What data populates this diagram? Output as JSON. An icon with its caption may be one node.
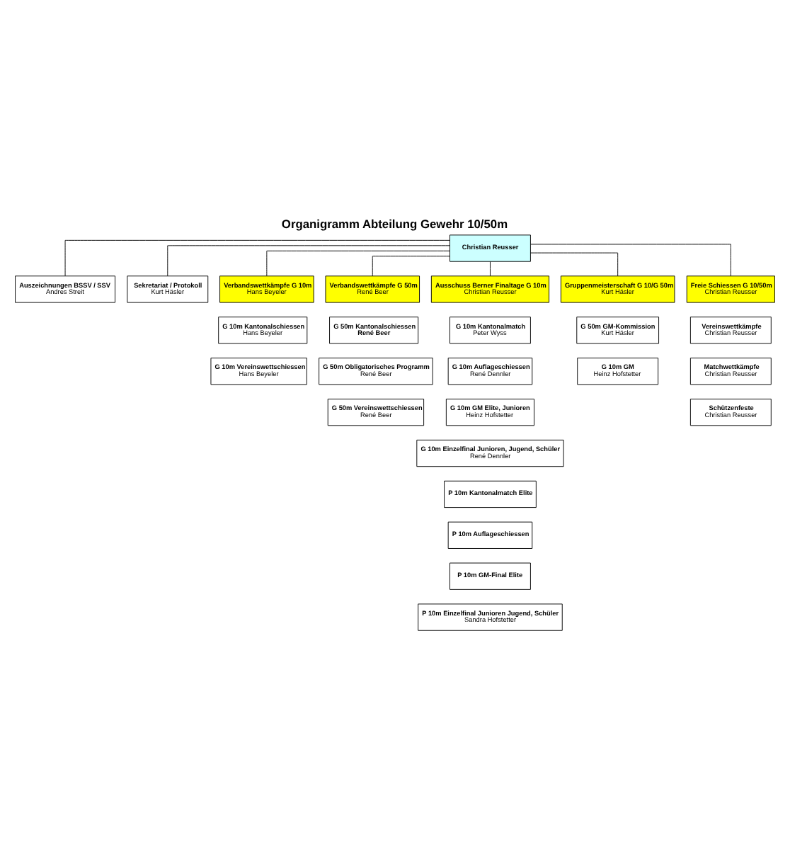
{
  "diagram": {
    "title": "Organigramm Abteilung Gewehr 10/50m",
    "nodes": [
      {
        "text": [
          "Christian Reusser"
        ]
      },
      {
        "text": [
          "Auszeichnungen BSSV / SSV",
          "Andres Streit"
        ]
      },
      {
        "text": [
          "Sekretariat / Protokoll",
          "Kurt Häsler"
        ]
      },
      {
        "text": [
          "Verbandswettkämpfe G 10m",
          "Hans Beyeler"
        ]
      },
      {
        "text": [
          "Verbandswettkämpfe G 50m",
          "René Beer"
        ]
      },
      {
        "text": [
          "Ausschuss Berner Finaltage G 10m",
          "Christian Reusser"
        ]
      },
      {
        "text": [
          "Gruppenmeisterschaft G 10/G 50m",
          "Kurt Häsler"
        ]
      },
      {
        "text": [
          "Freie Schiessen G 10/50m",
          "Christian Reusser"
        ]
      },
      {
        "text": [
          "G 10m Kantonalschiessen",
          "Hans Beyeler"
        ]
      },
      {
        "text": [
          "G 10m Vereinswettschiessen",
          "Hans Beyeler"
        ]
      },
      {
        "text": [
          "G 50m Kantonalschiessen",
          "René Beer"
        ]
      },
      {
        "text": [
          "G 50m Obligatorisches Programm",
          "René Beer"
        ]
      },
      {
        "text": [
          "G 50m Vereinswettschiessen",
          "René Beer"
        ]
      },
      {
        "text": [
          "G 10m Kantonalmatch",
          "Peter Wyss"
        ]
      },
      {
        "text": [
          "G 10m Auflageschiessen",
          "René Dennler"
        ]
      },
      {
        "text": [
          "G 10m GM Elite, Junioren",
          "Heinz Hofstetter"
        ]
      },
      {
        "text": [
          "G 10m Einzelfinal Junioren, Jugend, Schüler",
          "René Dennler"
        ]
      },
      {
        "text": [
          "P 10m Kantonalmatch Elite"
        ]
      },
      {
        "text": [
          "P 10m Auflageschiessen"
        ]
      },
      {
        "text": [
          "P 10m GM-Final Elite"
        ]
      },
      {
        "text": [
          "P 10m Einzelfinal Junioren Jugend, Schüler",
          "Sandra Hofstetter"
        ]
      },
      {
        "text": [
          "G 50m GM-Kommission",
          "Kurt Häsler"
        ]
      },
      {
        "text": [
          "G 10m GM",
          "Heinz Hofstetter"
        ]
      },
      {
        "text": [
          "Vereinswettkämpfe",
          "Christian Reusser"
        ]
      },
      {
        "text": [
          "Matchwettkämpfe",
          "Christian Reusser"
        ]
      },
      {
        "text": [
          "Schützenfeste",
          "Christian Reusser"
        ]
      }
    ],
    "edges": [
      {
        "from": 0,
        "to": 1,
        "arrow": "none"
      },
      {
        "from": 0,
        "to": 2,
        "arrow": "none"
      },
      {
        "from": 0,
        "to": 3,
        "arrow": "none"
      },
      {
        "from": 0,
        "to": 4,
        "arrow": "none"
      },
      {
        "from": 0,
        "to": 5,
        "arrow": "none"
      },
      {
        "from": 0,
        "to": 6,
        "arrow": "none"
      },
      {
        "from": 0,
        "to": 7,
        "arrow": "none"
      }
    ]
  }
}
